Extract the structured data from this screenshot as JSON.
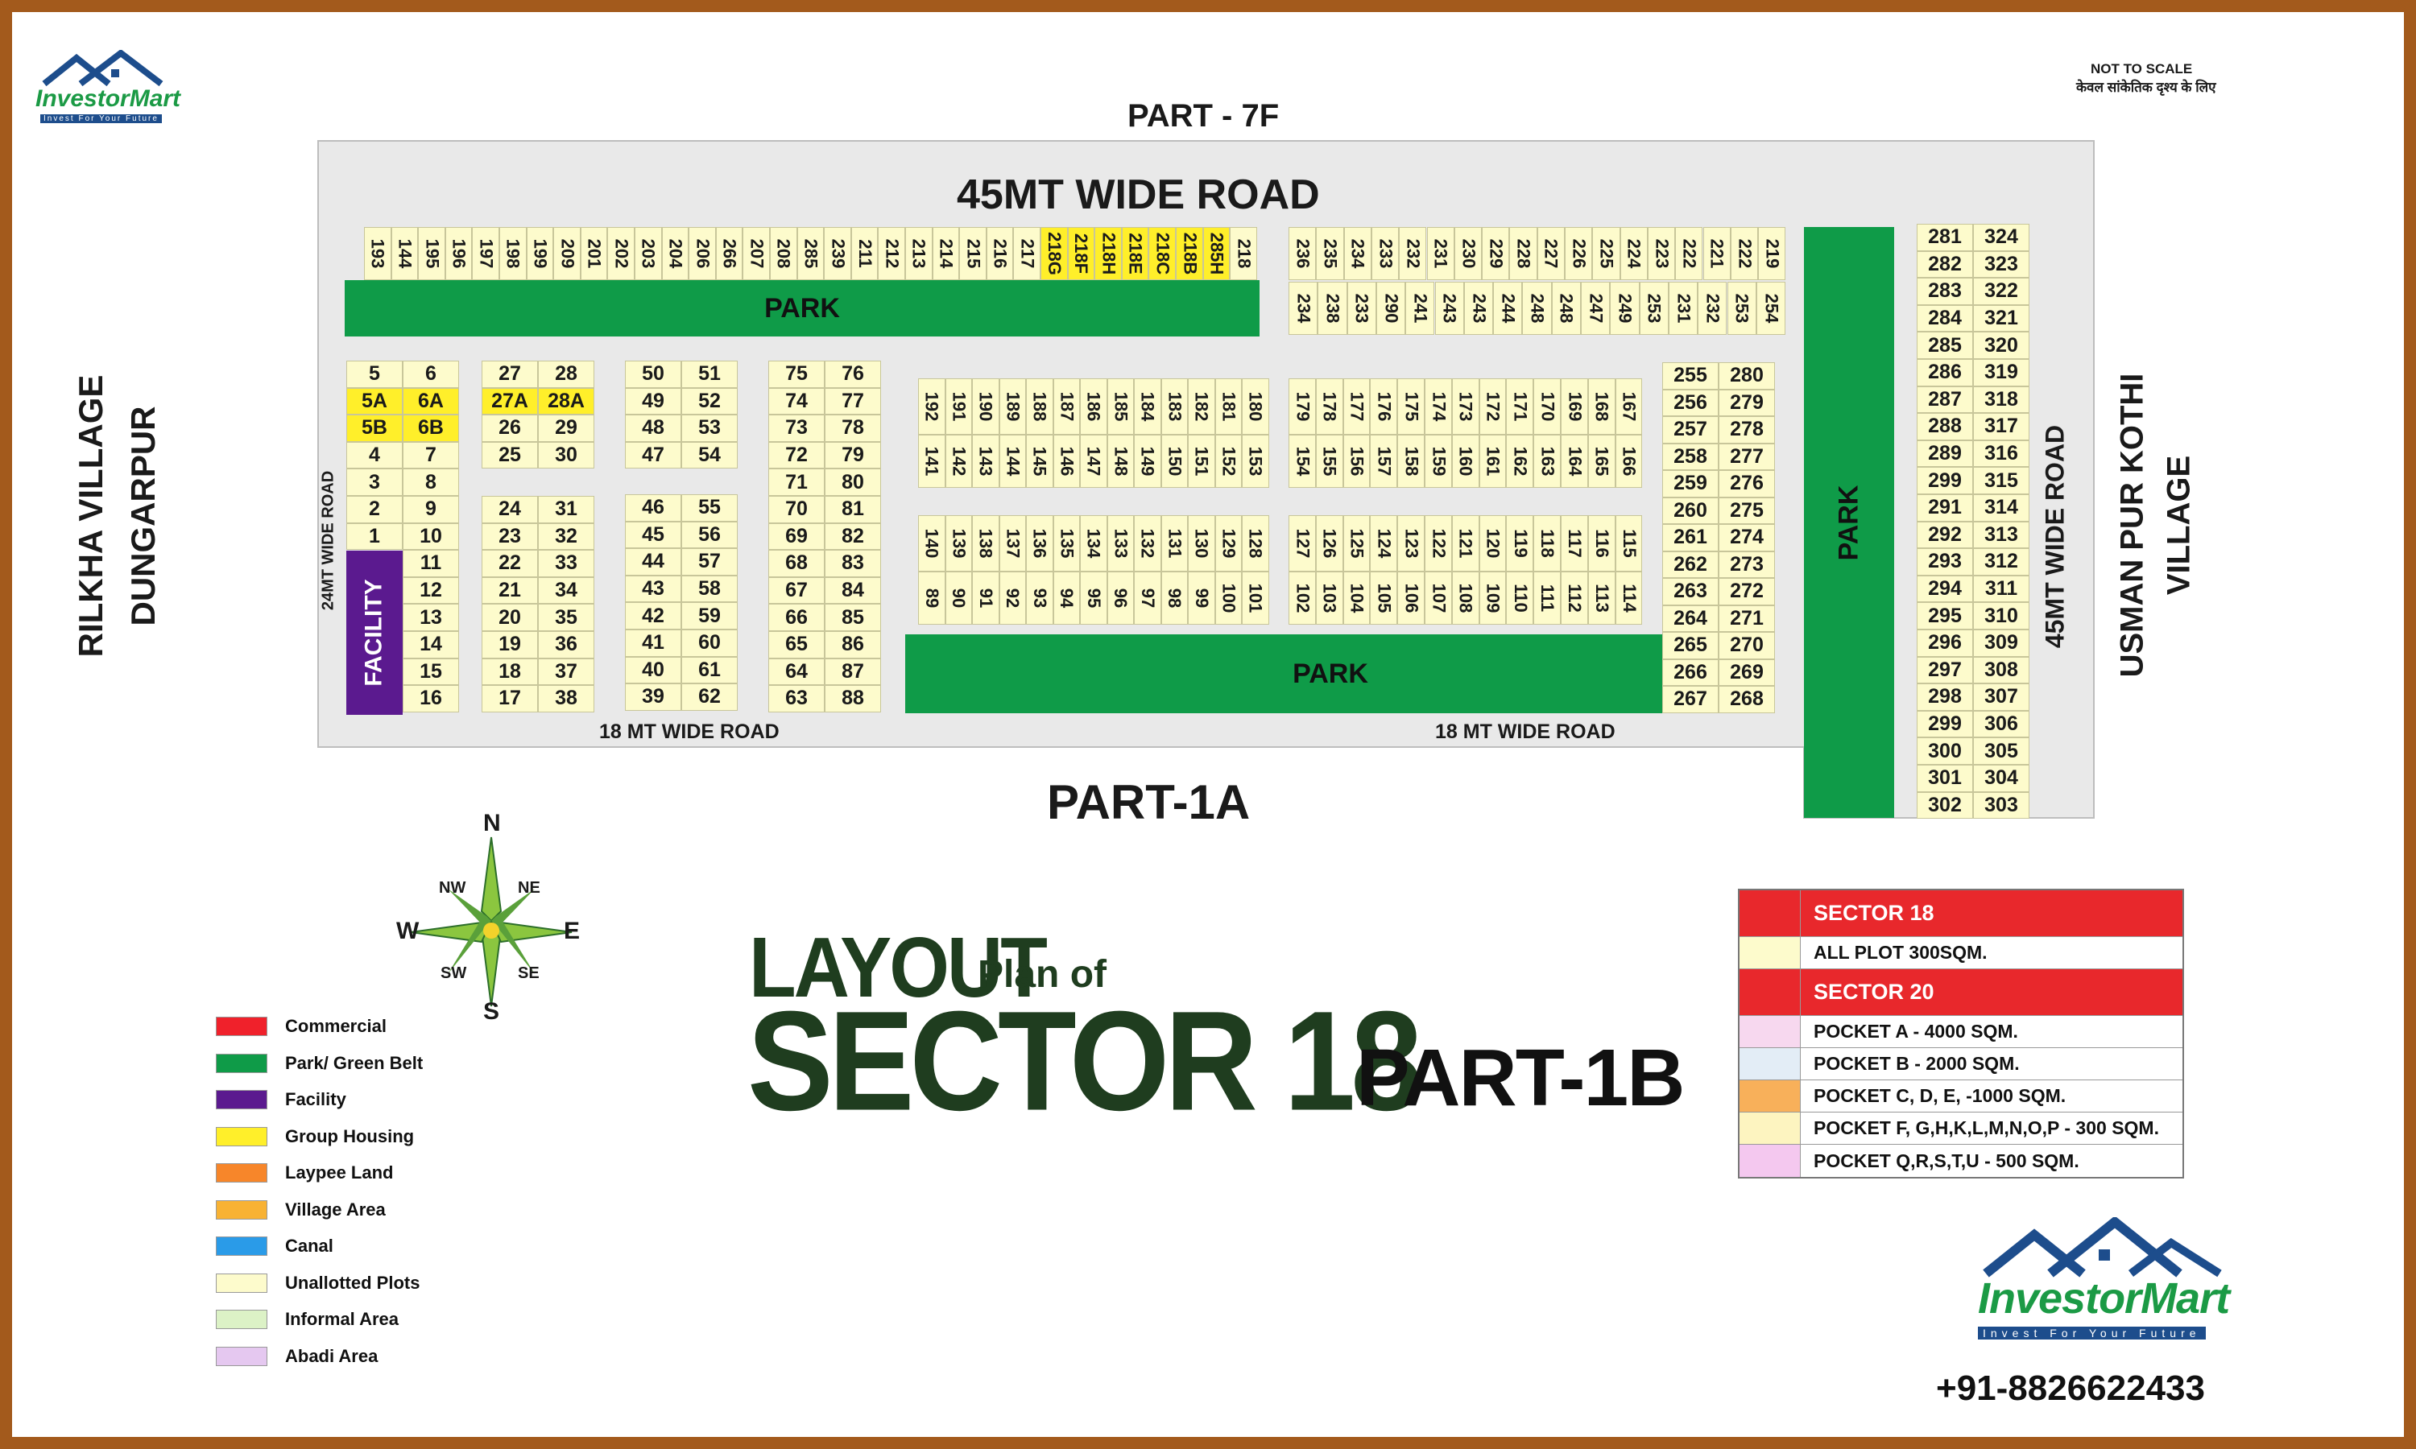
{
  "header": {
    "part_top": "PART - 7F",
    "road_top": "45MT WIDE ROAD",
    "part_bottom": "PART-1A",
    "not_to_scale": "NOT TO SCALE",
    "not_to_scale_hi": "केवल सांकेतिक दृश्य के लिए"
  },
  "sides": {
    "left_village_1": "RILKHA VILLAGE",
    "left_village_2": "DUNGARPUR",
    "right_village_1": "USMAN PUR KOTHI",
    "right_village_2": "VILLAGE",
    "road_24": "24MT WIDE ROAD",
    "road_45_right": "45MT WIDE ROAD",
    "road_18_left": "18 MT WIDE  ROAD",
    "road_18_right": "18 MT WIDE  ROAD"
  },
  "labels": {
    "park": "PARK",
    "facility": "FACILITY",
    "watermark": "INVESTOR MART"
  },
  "plots": {
    "top_row_left": [
      "193",
      "144",
      "195",
      "196",
      "197",
      "198",
      "199",
      "209",
      "201",
      "202",
      "203",
      "204",
      "206",
      "266",
      "207",
      "208",
      "285",
      "239",
      "211",
      "212",
      "213",
      "214",
      "215",
      "216",
      "217",
      "218G",
      "218F",
      "218H",
      "218E",
      "218C",
      "218B",
      "285H",
      "218"
    ],
    "top_row_left_yellow": [
      "218G",
      "218F",
      "218H",
      "218E",
      "218C",
      "218B",
      "285H"
    ],
    "top_right_upper": [
      "236",
      "235",
      "234",
      "233",
      "232",
      "231",
      "230",
      "229",
      "228",
      "227",
      "226",
      "225",
      "224",
      "223",
      "222",
      "221",
      "222",
      "219"
    ],
    "top_right_lower": [
      "234",
      "238",
      "233",
      "290",
      "241",
      "243",
      "243",
      "244",
      "248",
      "248",
      "247",
      "249",
      "253",
      "231",
      "232",
      "253",
      "254"
    ],
    "col1": [
      [
        "5",
        "6"
      ],
      [
        "5A",
        "6A"
      ],
      [
        "5B",
        "6B"
      ],
      [
        "4",
        "7"
      ],
      [
        "3",
        "8"
      ],
      [
        "2",
        "9"
      ],
      [
        "1",
        "10"
      ],
      [
        "",
        "11"
      ],
      [
        "",
        "12"
      ],
      [
        "",
        "13"
      ],
      [
        "",
        "14"
      ],
      [
        "",
        "15"
      ],
      [
        "",
        "16"
      ]
    ],
    "col2_top": [
      [
        "27",
        "28"
      ],
      [
        "27A",
        "28A"
      ],
      [
        "26",
        "29"
      ],
      [
        "25",
        "30"
      ]
    ],
    "col2_bottom": [
      [
        "24",
        "31"
      ],
      [
        "23",
        "32"
      ],
      [
        "22",
        "33"
      ],
      [
        "21",
        "34"
      ],
      [
        "20",
        "35"
      ],
      [
        "19",
        "36"
      ],
      [
        "18",
        "37"
      ],
      [
        "17",
        "38"
      ]
    ],
    "col3_top": [
      [
        "50",
        "51"
      ],
      [
        "49",
        "52"
      ],
      [
        "48",
        "53"
      ],
      [
        "47",
        "54"
      ]
    ],
    "col3_bottom": [
      [
        "46",
        "55"
      ],
      [
        "45",
        "56"
      ],
      [
        "44",
        "57"
      ],
      [
        "43",
        "58"
      ],
      [
        "42",
        "59"
      ],
      [
        "41",
        "60"
      ],
      [
        "40",
        "61"
      ],
      [
        "39",
        "62"
      ]
    ],
    "col4": [
      [
        "75",
        "76"
      ],
      [
        "74",
        "77"
      ],
      [
        "73",
        "78"
      ],
      [
        "72",
        "79"
      ],
      [
        "71",
        "80"
      ],
      [
        "70",
        "81"
      ],
      [
        "69",
        "82"
      ],
      [
        "68",
        "83"
      ],
      [
        "67",
        "84"
      ],
      [
        "66",
        "85"
      ],
      [
        "65",
        "86"
      ],
      [
        "64",
        "87"
      ],
      [
        "63",
        "88"
      ]
    ],
    "mid_left_r1": [
      "192",
      "191",
      "190",
      "189",
      "188",
      "187",
      "186",
      "185",
      "184",
      "183",
      "182",
      "181",
      "180"
    ],
    "mid_left_r2": [
      "141",
      "142",
      "143",
      "144",
      "145",
      "146",
      "147",
      "148",
      "149",
      "150",
      "151",
      "152",
      "153"
    ],
    "mid_left_r3": [
      "140",
      "139",
      "138",
      "137",
      "136",
      "135",
      "134",
      "133",
      "132",
      "131",
      "130",
      "129",
      "128"
    ],
    "mid_left_r4": [
      "89",
      "90",
      "91",
      "92",
      "93",
      "94",
      "95",
      "96",
      "97",
      "98",
      "99",
      "100",
      "101"
    ],
    "mid_right_r1": [
      "179",
      "178",
      "177",
      "176",
      "175",
      "174",
      "173",
      "172",
      "171",
      "170",
      "169",
      "168",
      "167"
    ],
    "mid_right_r2": [
      "154",
      "155",
      "156",
      "157",
      "158",
      "159",
      "160",
      "161",
      "162",
      "163",
      "164",
      "165",
      "166"
    ],
    "mid_right_r3": [
      "127",
      "126",
      "125",
      "124",
      "123",
      "122",
      "121",
      "120",
      "119",
      "118",
      "117",
      "116",
      "115"
    ],
    "mid_right_r4": [
      "102",
      "103",
      "104",
      "105",
      "106",
      "107",
      "108",
      "109",
      "110",
      "111",
      "112",
      "113",
      "114"
    ],
    "col_255": [
      [
        "255",
        "280"
      ],
      [
        "256",
        "279"
      ],
      [
        "257",
        "278"
      ],
      [
        "258",
        "277"
      ],
      [
        "259",
        "276"
      ],
      [
        "260",
        "275"
      ],
      [
        "261",
        "274"
      ],
      [
        "262",
        "273"
      ],
      [
        "263",
        "272"
      ],
      [
        "264",
        "271"
      ],
      [
        "265",
        "270"
      ],
      [
        "266",
        "269"
      ],
      [
        "267",
        "268"
      ]
    ],
    "col_281": [
      [
        "281",
        "324"
      ],
      [
        "282",
        "323"
      ],
      [
        "283",
        "322"
      ],
      [
        "284",
        "321"
      ],
      [
        "285",
        "320"
      ],
      [
        "286",
        "319"
      ],
      [
        "287",
        "318"
      ],
      [
        "288",
        "317"
      ],
      [
        "289",
        "316"
      ],
      [
        "299",
        "315"
      ],
      [
        "291",
        "314"
      ],
      [
        "292",
        "313"
      ],
      [
        "293",
        "312"
      ],
      [
        "294",
        "311"
      ],
      [
        "295",
        "310"
      ],
      [
        "296",
        "309"
      ],
      [
        "297",
        "308"
      ],
      [
        "298",
        "307"
      ],
      [
        "299",
        "306"
      ],
      [
        "300",
        "305"
      ],
      [
        "301",
        "304"
      ],
      [
        "302",
        "303"
      ]
    ]
  },
  "compass": {
    "n": "N",
    "s": "S",
    "e": "E",
    "w": "W",
    "nw": "NW",
    "ne": "NE",
    "sw": "SW",
    "se": "SE"
  },
  "legend": [
    {
      "label": "Commercial",
      "color": "#f0212b"
    },
    {
      "label": "Park/ Green Belt",
      "color": "#0f9b48"
    },
    {
      "label": "Facility",
      "color": "#5b1a8f"
    },
    {
      "label": "Group Housing",
      "color": "#ffef2a"
    },
    {
      "label": "Laypee Land",
      "color": "#f7862a"
    },
    {
      "label": "Village Area",
      "color": "#f8b234"
    },
    {
      "label": "Canal",
      "color": "#2a9be8"
    },
    {
      "label": "Unallotted Plots",
      "color": "#fdfbcc"
    },
    {
      "label": "Informal Area",
      "color": "#dcf2c6"
    },
    {
      "label": "Abadi Area",
      "color": "#e5c8f0"
    }
  ],
  "title": {
    "layout": "LAYOUT",
    "plan_of": "Plan of",
    "sector": "SECTOR 18",
    "part": "PART-1B"
  },
  "pocket_table": [
    {
      "color": "#e8282c",
      "text": "SECTOR 18",
      "head": true
    },
    {
      "color": "#fdfbcc",
      "text": "ALL PLOT  300SQM.",
      "head": false
    },
    {
      "color": "#e8282c",
      "text": "SECTOR 20",
      "head": true
    },
    {
      "color": "#f7d8ef",
      "text": "POCKET A    - 4000 SQM.",
      "head": false
    },
    {
      "color": "#e3edf6",
      "text": "POCKET B    - 2000 SQM.",
      "head": false
    },
    {
      "color": "#f8b05a",
      "text": "POCKET C, D, E, -1000 SQM.",
      "head": false
    },
    {
      "color": "#fdf4c0",
      "text": "POCKET F, G,H,K,L,M,N,O,P   - 300 SQM.",
      "head": false
    },
    {
      "color": "#f4c8ef",
      "text": "POCKET Q,R,S,T,U    - 500 SQM.",
      "head": false
    }
  ],
  "brand": {
    "name": "InvestorMart",
    "tagline": "Invest For Your Future",
    "phone": "+91-8826622433"
  }
}
